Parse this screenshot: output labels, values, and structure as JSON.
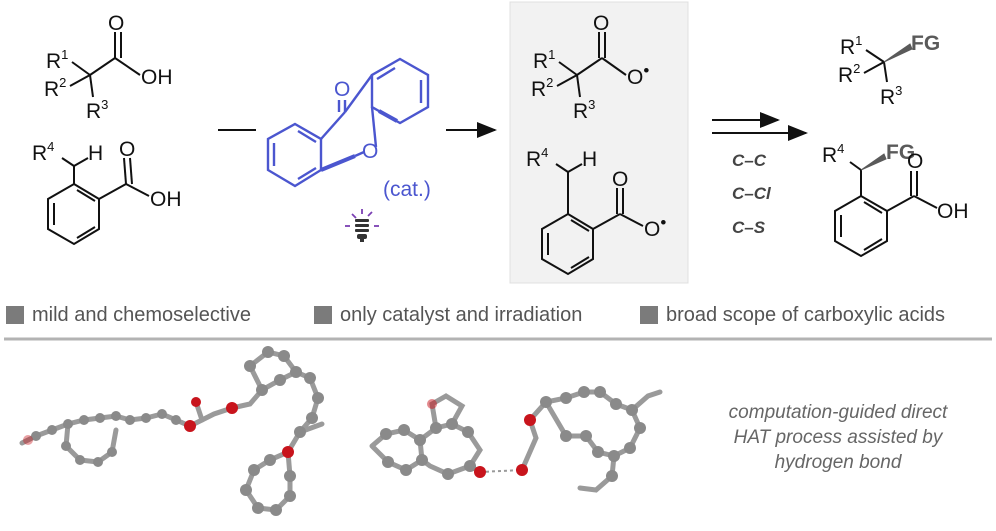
{
  "reactants": {
    "acid": {
      "r1": "R",
      "r1_sup": "1",
      "r2": "R",
      "r2_sup": "2",
      "r3": "R",
      "r3_sup": "3",
      "o": "O",
      "oh": "OH"
    },
    "benzoic": {
      "r4": "R",
      "r4_sup": "4",
      "h": "H",
      "o": "O",
      "oh": "OH"
    }
  },
  "catalyst": {
    "o_top": "O",
    "o_ring": "O",
    "label": "(cat.)",
    "light": "lightbulb-icon"
  },
  "intermediates": {
    "acid_radical": {
      "r1": "R",
      "r1_sup": "1",
      "r2": "R",
      "r2_sup": "2",
      "r3": "R",
      "r3_sup": "3",
      "o": "O",
      "o_rad": "O",
      "dot": "•"
    },
    "benzoyl_radical": {
      "r4": "R",
      "r4_sup": "4",
      "h": "H",
      "o": "O",
      "o_rad": "O",
      "dot": "•"
    }
  },
  "conditions": [
    "C–C",
    "C–Cl",
    "C–S"
  ],
  "products": {
    "alkyl": {
      "r1": "R",
      "r1_sup": "1",
      "r2": "R",
      "r2_sup": "2",
      "r3": "R",
      "r3_sup": "3",
      "fg": "FG"
    },
    "benzoic": {
      "r4": "R",
      "r4_sup": "4",
      "fg": "FG",
      "o": "O",
      "oh": "OH"
    }
  },
  "features": [
    "mild and chemoselective",
    "only catalyst and irradiation",
    "broad scope of carboxylic acids"
  ],
  "note": [
    "computation-guided direct",
    "HAT process assisted by",
    "hydrogen bond"
  ],
  "colors": {
    "catalyst": "#4b56cf",
    "highlight_box": "#f2f2f2",
    "oxygen": "#c8141c"
  }
}
